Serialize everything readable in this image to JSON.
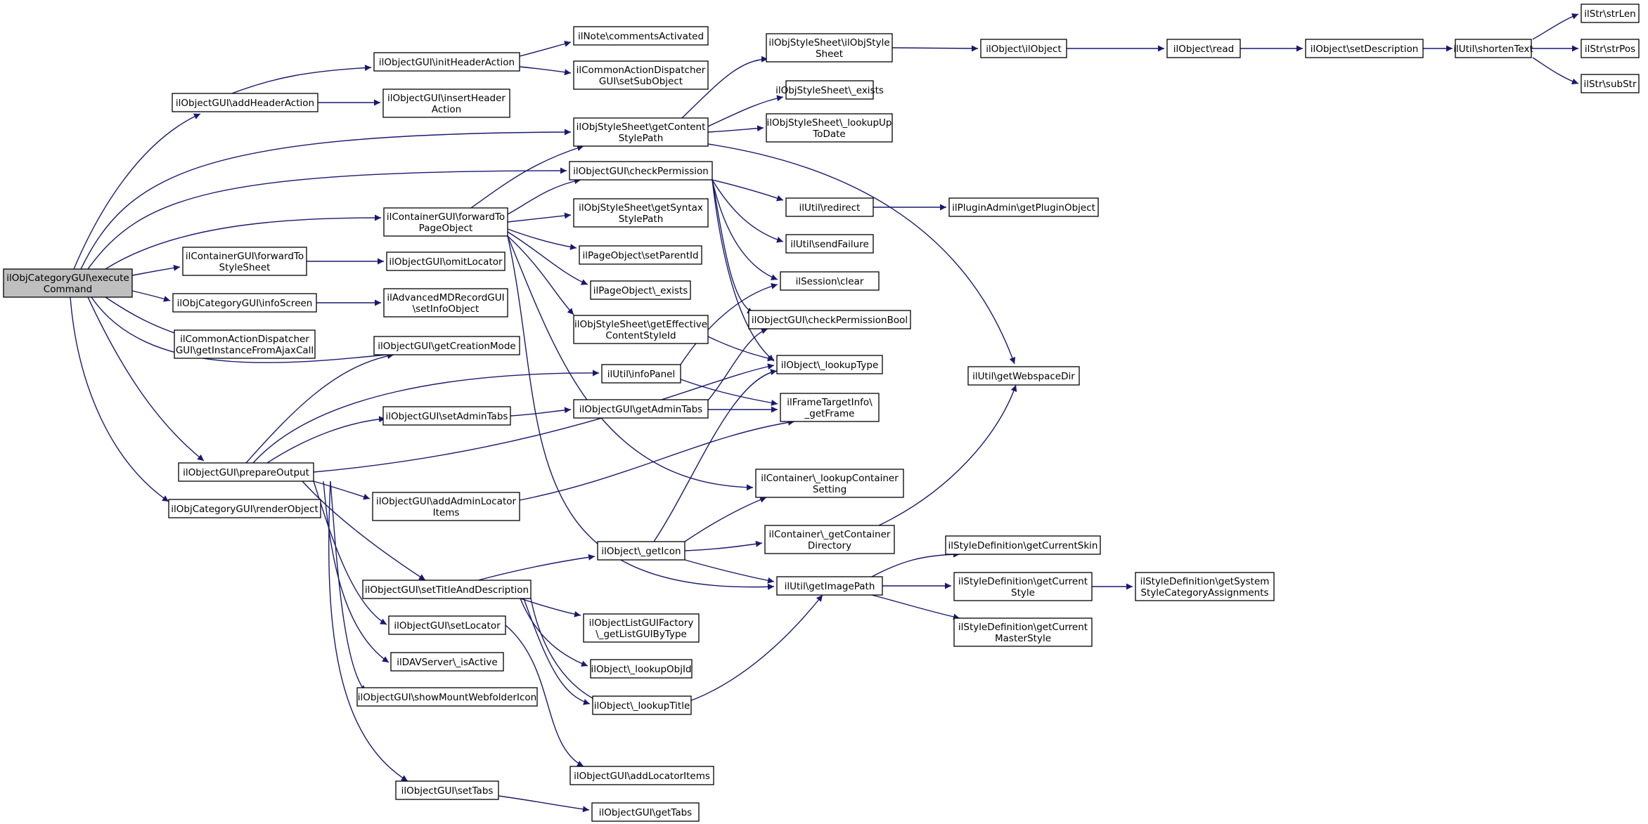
{
  "graph": {
    "edge_color": "#191970",
    "root_fill": "#bfbfbf",
    "nodes": [
      {
        "id": "root",
        "lines": [
          "ilObjCategoryGUI\\execute",
          "Command"
        ],
        "root": true
      },
      {
        "id": "addHeaderAction",
        "lines": [
          "ilObjectGUI\\addHeaderAction"
        ]
      },
      {
        "id": "initHeaderAction",
        "lines": [
          "ilObjectGUI\\initHeaderAction"
        ]
      },
      {
        "id": "insertHeaderAction",
        "lines": [
          "ilObjectGUI\\insertHeader",
          "Action"
        ]
      },
      {
        "id": "commentsActivated",
        "lines": [
          "ilNote\\commentsActivated"
        ]
      },
      {
        "id": "setSubObject",
        "lines": [
          "ilCommonActionDispatcher",
          "GUI\\setSubObject"
        ]
      },
      {
        "id": "getContentStylePath",
        "lines": [
          "ilObjStyleSheet\\getContent",
          "StylePath"
        ]
      },
      {
        "id": "ilObjStyleSheet",
        "lines": [
          "ilObjStyleSheet\\ilObjStyle",
          "Sheet"
        ]
      },
      {
        "id": "osExists",
        "lines": [
          "ilObjStyleSheet\\_exists"
        ]
      },
      {
        "id": "lookUpToDate",
        "lines": [
          "ilObjStyleSheet\\_lookupUp",
          "ToDate"
        ]
      },
      {
        "id": "ilObject",
        "lines": [
          "ilObject\\ilObject"
        ]
      },
      {
        "id": "read",
        "lines": [
          "ilObject\\read"
        ]
      },
      {
        "id": "setDescription",
        "lines": [
          "ilObject\\setDescription"
        ]
      },
      {
        "id": "shortenText",
        "lines": [
          "ilUtil\\shortenText"
        ]
      },
      {
        "id": "strLen",
        "lines": [
          "ilStr\\strLen"
        ]
      },
      {
        "id": "strPos",
        "lines": [
          "ilStr\\strPos"
        ]
      },
      {
        "id": "subStr",
        "lines": [
          "ilStr\\subStr"
        ]
      },
      {
        "id": "checkPermission",
        "lines": [
          "ilObjectGUI\\checkPermission"
        ]
      },
      {
        "id": "forwardToPageObject",
        "lines": [
          "ilContainerGUI\\forwardTo",
          "PageObject"
        ]
      },
      {
        "id": "getSyntaxStylePath",
        "lines": [
          "ilObjStyleSheet\\getSyntax",
          "StylePath"
        ]
      },
      {
        "id": "setParentId",
        "lines": [
          "ilPageObject\\setParentId"
        ]
      },
      {
        "id": "poExists",
        "lines": [
          "ilPageObject\\_exists"
        ]
      },
      {
        "id": "getEffectiveContentStyleId",
        "lines": [
          "ilObjStyleSheet\\getEffective",
          "ContentStyleId"
        ]
      },
      {
        "id": "redirect",
        "lines": [
          "ilUtil\\redirect"
        ]
      },
      {
        "id": "getPluginObject",
        "lines": [
          "ilPluginAdmin\\getPluginObject"
        ]
      },
      {
        "id": "sendFailure",
        "lines": [
          "ilUtil\\sendFailure"
        ]
      },
      {
        "id": "sessionClear",
        "lines": [
          "ilSession\\clear"
        ]
      },
      {
        "id": "checkPermissionBool",
        "lines": [
          "ilObjectGUI\\checkPermissionBool"
        ]
      },
      {
        "id": "lookupType",
        "lines": [
          "ilObject\\_lookupType"
        ]
      },
      {
        "id": "getWebspaceDir",
        "lines": [
          "ilUtil\\getWebspaceDir"
        ]
      },
      {
        "id": "forwardToStyleSheet",
        "lines": [
          "ilContainerGUI\\forwardTo",
          "StyleSheet"
        ]
      },
      {
        "id": "omitLocator",
        "lines": [
          "ilObjectGUI\\omitLocator"
        ]
      },
      {
        "id": "infoScreen",
        "lines": [
          "ilObjCategoryGUI\\infoScreen"
        ]
      },
      {
        "id": "setInfoObject",
        "lines": [
          "ilAdvancedMDRecordGUI",
          "\\setInfoObject"
        ]
      },
      {
        "id": "getInstanceFromAjaxCall",
        "lines": [
          "ilCommonActionDispatcher",
          "GUI\\getInstanceFromAjaxCall"
        ]
      },
      {
        "id": "getCreationMode",
        "lines": [
          "ilObjectGUI\\getCreationMode"
        ]
      },
      {
        "id": "infoPanel",
        "lines": [
          "ilUtil\\infoPanel"
        ]
      },
      {
        "id": "getFrame",
        "lines": [
          "ilFrameTargetInfo\\",
          "_getFrame"
        ]
      },
      {
        "id": "setAdminTabs",
        "lines": [
          "ilObjectGUI\\setAdminTabs"
        ]
      },
      {
        "id": "getAdminTabs",
        "lines": [
          "ilObjectGUI\\getAdminTabs"
        ]
      },
      {
        "id": "prepareOutput",
        "lines": [
          "ilObjectGUI\\prepareOutput"
        ]
      },
      {
        "id": "renderObject",
        "lines": [
          "ilObjCategoryGUI\\renderObject"
        ]
      },
      {
        "id": "addAdminLocatorItems",
        "lines": [
          "ilObjectGUI\\addAdminLocator",
          "Items"
        ]
      },
      {
        "id": "lookupContainerSetting",
        "lines": [
          "ilContainer\\_lookupContainer",
          "Setting"
        ]
      },
      {
        "id": "getContainerDirectory",
        "lines": [
          "ilContainer\\_getContainer",
          "Directory"
        ]
      },
      {
        "id": "getIcon",
        "lines": [
          "ilObject\\_getIcon"
        ]
      },
      {
        "id": "getCurrentSkin",
        "lines": [
          "ilStyleDefinition\\getCurrentSkin"
        ]
      },
      {
        "id": "getImagePath",
        "lines": [
          "ilUtil\\getImagePath"
        ]
      },
      {
        "id": "getCurrentStyle",
        "lines": [
          "ilStyleDefinition\\getCurrent",
          "Style"
        ]
      },
      {
        "id": "getSystemStyleCategoryAssignments",
        "lines": [
          "ilStyleDefinition\\getSystem",
          "StyleCategoryAssignments"
        ]
      },
      {
        "id": "getCurrentMasterStyle",
        "lines": [
          "ilStyleDefinition\\getCurrent",
          "MasterStyle"
        ]
      },
      {
        "id": "setTitleAndDescription",
        "lines": [
          "ilObjectGUI\\setTitleAndDescription"
        ]
      },
      {
        "id": "getListGUIByType",
        "lines": [
          "ilObjectListGUIFactory",
          "\\_getListGUIByType"
        ]
      },
      {
        "id": "setLocator",
        "lines": [
          "ilObjectGUI\\setLocator"
        ]
      },
      {
        "id": "davIsActive",
        "lines": [
          "ilDAVServer\\_isActive"
        ]
      },
      {
        "id": "lookupObjId",
        "lines": [
          "ilObject\\_lookupObjId"
        ]
      },
      {
        "id": "showMountWebfolderIcon",
        "lines": [
          "ilObjectGUI\\showMountWebfolderIcon"
        ]
      },
      {
        "id": "lookupTitle",
        "lines": [
          "ilObject\\_lookupTitle"
        ]
      },
      {
        "id": "addLocatorItems",
        "lines": [
          "ilObjectGUI\\addLocatorItems"
        ]
      },
      {
        "id": "setTabs",
        "lines": [
          "ilObjectGUI\\setTabs"
        ]
      },
      {
        "id": "getTabs",
        "lines": [
          "ilObjectGUI\\getTabs"
        ]
      }
    ],
    "edges": [
      [
        "root",
        "addHeaderAction"
      ],
      [
        "root",
        "getContentStylePath"
      ],
      [
        "root",
        "checkPermission"
      ],
      [
        "root",
        "forwardToPageObject"
      ],
      [
        "root",
        "forwardToStyleSheet"
      ],
      [
        "root",
        "infoScreen"
      ],
      [
        "root",
        "getInstanceFromAjaxCall"
      ],
      [
        "root",
        "getCreationMode"
      ],
      [
        "root",
        "prepareOutput"
      ],
      [
        "root",
        "renderObject"
      ],
      [
        "addHeaderAction",
        "initHeaderAction"
      ],
      [
        "addHeaderAction",
        "insertHeaderAction"
      ],
      [
        "initHeaderAction",
        "commentsActivated"
      ],
      [
        "initHeaderAction",
        "setSubObject"
      ],
      [
        "getContentStylePath",
        "ilObjStyleSheet"
      ],
      [
        "getContentStylePath",
        "osExists"
      ],
      [
        "getContentStylePath",
        "lookUpToDate"
      ],
      [
        "getContentStylePath",
        "getWebspaceDir"
      ],
      [
        "ilObjStyleSheet",
        "ilObject"
      ],
      [
        "ilObject",
        "read"
      ],
      [
        "read",
        "setDescription"
      ],
      [
        "setDescription",
        "shortenText"
      ],
      [
        "shortenText",
        "strLen"
      ],
      [
        "shortenText",
        "strPos"
      ],
      [
        "shortenText",
        "subStr"
      ],
      [
        "checkPermission",
        "redirect"
      ],
      [
        "checkPermission",
        "sendFailure"
      ],
      [
        "checkPermission",
        "sessionClear"
      ],
      [
        "checkPermission",
        "checkPermissionBool"
      ],
      [
        "checkPermission",
        "lookupType"
      ],
      [
        "redirect",
        "getPluginObject"
      ],
      [
        "forwardToPageObject",
        "getContentStylePath"
      ],
      [
        "forwardToPageObject",
        "checkPermission"
      ],
      [
        "forwardToPageObject",
        "getSyntaxStylePath"
      ],
      [
        "forwardToPageObject",
        "setParentId"
      ],
      [
        "forwardToPageObject",
        "poExists"
      ],
      [
        "forwardToPageObject",
        "getEffectiveContentStyleId"
      ],
      [
        "forwardToPageObject",
        "lookupContainerSetting"
      ],
      [
        "forwardToPageObject",
        "getImagePath"
      ],
      [
        "getEffectiveContentStyleId",
        "lookupType"
      ],
      [
        "forwardToStyleSheet",
        "omitLocator"
      ],
      [
        "infoScreen",
        "setInfoObject"
      ],
      [
        "infoPanel",
        "sessionClear"
      ],
      [
        "infoPanel",
        "getFrame"
      ],
      [
        "getAdminTabs",
        "checkPermissionBool"
      ],
      [
        "getAdminTabs",
        "getFrame"
      ],
      [
        "setAdminTabs",
        "getAdminTabs"
      ],
      [
        "prepareOutput",
        "getCreationMode"
      ],
      [
        "prepareOutput",
        "infoPanel"
      ],
      [
        "prepareOutput",
        "setAdminTabs"
      ],
      [
        "prepareOutput",
        "lookupType"
      ],
      [
        "prepareOutput",
        "addAdminLocatorItems"
      ],
      [
        "prepareOutput",
        "setTitleAndDescription"
      ],
      [
        "prepareOutput",
        "setLocator"
      ],
      [
        "prepareOutput",
        "davIsActive"
      ],
      [
        "prepareOutput",
        "showMountWebfolderIcon"
      ],
      [
        "prepareOutput",
        "setTabs"
      ],
      [
        "addAdminLocatorItems",
        "getFrame"
      ],
      [
        "getIcon",
        "lookupType"
      ],
      [
        "getIcon",
        "lookupContainerSetting"
      ],
      [
        "getIcon",
        "getContainerDirectory"
      ],
      [
        "getIcon",
        "getImagePath"
      ],
      [
        "getContainerDirectory",
        "getWebspaceDir"
      ],
      [
        "getImagePath",
        "getCurrentSkin"
      ],
      [
        "getImagePath",
        "getCurrentStyle"
      ],
      [
        "getImagePath",
        "getCurrentMasterStyle"
      ],
      [
        "getCurrentStyle",
        "getSystemStyleCategoryAssignments"
      ],
      [
        "setTitleAndDescription",
        "getIcon"
      ],
      [
        "setTitleAndDescription",
        "getListGUIByType"
      ],
      [
        "setTitleAndDescription",
        "lookupObjId"
      ],
      [
        "setTitleAndDescription",
        "lookupTitle"
      ],
      [
        "setTitleAndDescription",
        "getImagePath"
      ],
      [
        "setLocator",
        "addLocatorItems"
      ],
      [
        "setTabs",
        "getTabs"
      ]
    ]
  }
}
